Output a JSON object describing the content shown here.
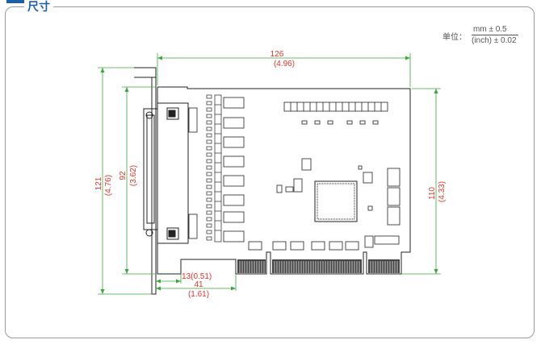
{
  "header": {
    "title": "尺寸"
  },
  "units": {
    "label": "单位：",
    "numerator": "mm ± 0.5",
    "denominator": "(inch) ± 0.02"
  },
  "dimensions": {
    "width_mm": "126",
    "width_in": "(4.96)",
    "height_mm": "110",
    "height_in": "(4.33)",
    "bracket_mm": "121",
    "bracket_in": "(4.76)",
    "connector_mm": "92",
    "connector_in": "(3.62)",
    "offset_a": "13(0.51)",
    "offset_b_mm": "41",
    "offset_b_in": "(1.61)"
  },
  "colors": {
    "accent": "#1b5fa8",
    "dimension_line": "#3aa838",
    "dimension_text": "#e0342a",
    "board": "#222222"
  }
}
